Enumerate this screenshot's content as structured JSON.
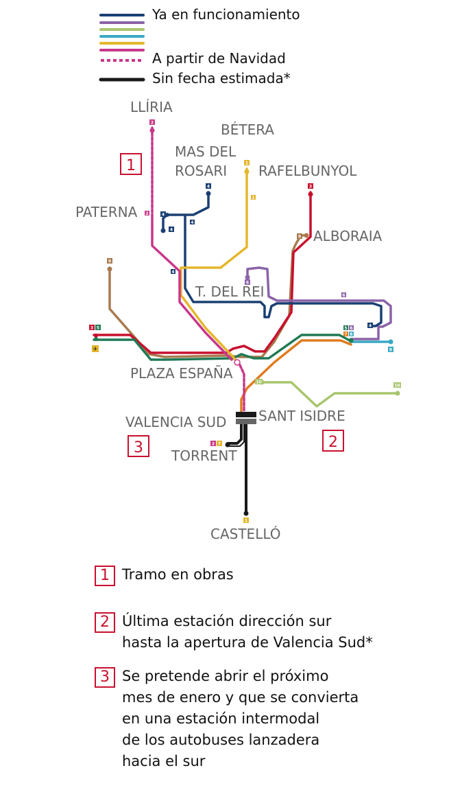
{
  "legend": {
    "operating": "Ya en funcionamiento",
    "christmas": "A partir de Navidad",
    "no_date": "Sin fecha estimada*"
  },
  "stations": {
    "lliria": "LLÍRIA",
    "betera": "BÉTERA",
    "mas_del_rosari_1": "MAS DEL",
    "mas_del_rosari_2": "ROSARI",
    "rafelbunyol": "RAFELBUNYOL",
    "paterna": "PATERNA",
    "alboraia": "ALBORAIA",
    "t_del_rei": "T. DEL REI",
    "plaza_espana": "PLAZA ESPAÑA",
    "valencia_sud": "VALENCIA SUD",
    "sant_isidre": "SANT ISIDRE",
    "torrent": "TORRENT",
    "castello": "CASTELLÓ"
  },
  "callouts": {
    "one": "1",
    "two": "2",
    "three": "3"
  },
  "line_numbers": {
    "l1": "1",
    "l2": "2",
    "l3": "3",
    "l4": "4",
    "l5": "5",
    "l6": "6",
    "l7": "7",
    "l8": "8",
    "l9": "9",
    "l10": "10"
  },
  "line_colors": {
    "l1": "#e5b62b",
    "l2": "#c8378a",
    "l3": "#c8102e",
    "l4": "#1b3f73",
    "l5": "#1f7a55",
    "l6": "#8a63a8",
    "l7": "#e07b1f",
    "l8": "#3aa9c4",
    "l9": "#a87a4f",
    "l10": "#a8c56d",
    "no_date": "#1a1a1a",
    "callout": "#c8102e"
  },
  "notes": [
    {
      "num": "1",
      "lines": [
        "Tramo en obras"
      ]
    },
    {
      "num": "2",
      "lines": [
        "Última estación dirección sur",
        "hasta la apertura de Valencia Sud*"
      ]
    },
    {
      "num": "3",
      "lines": [
        "Se pretende abrir el próximo",
        "mes de enero y que se convierta",
        "en una estación intermodal",
        "de los autobuses lanzadera",
        "hacia el sur"
      ]
    }
  ]
}
